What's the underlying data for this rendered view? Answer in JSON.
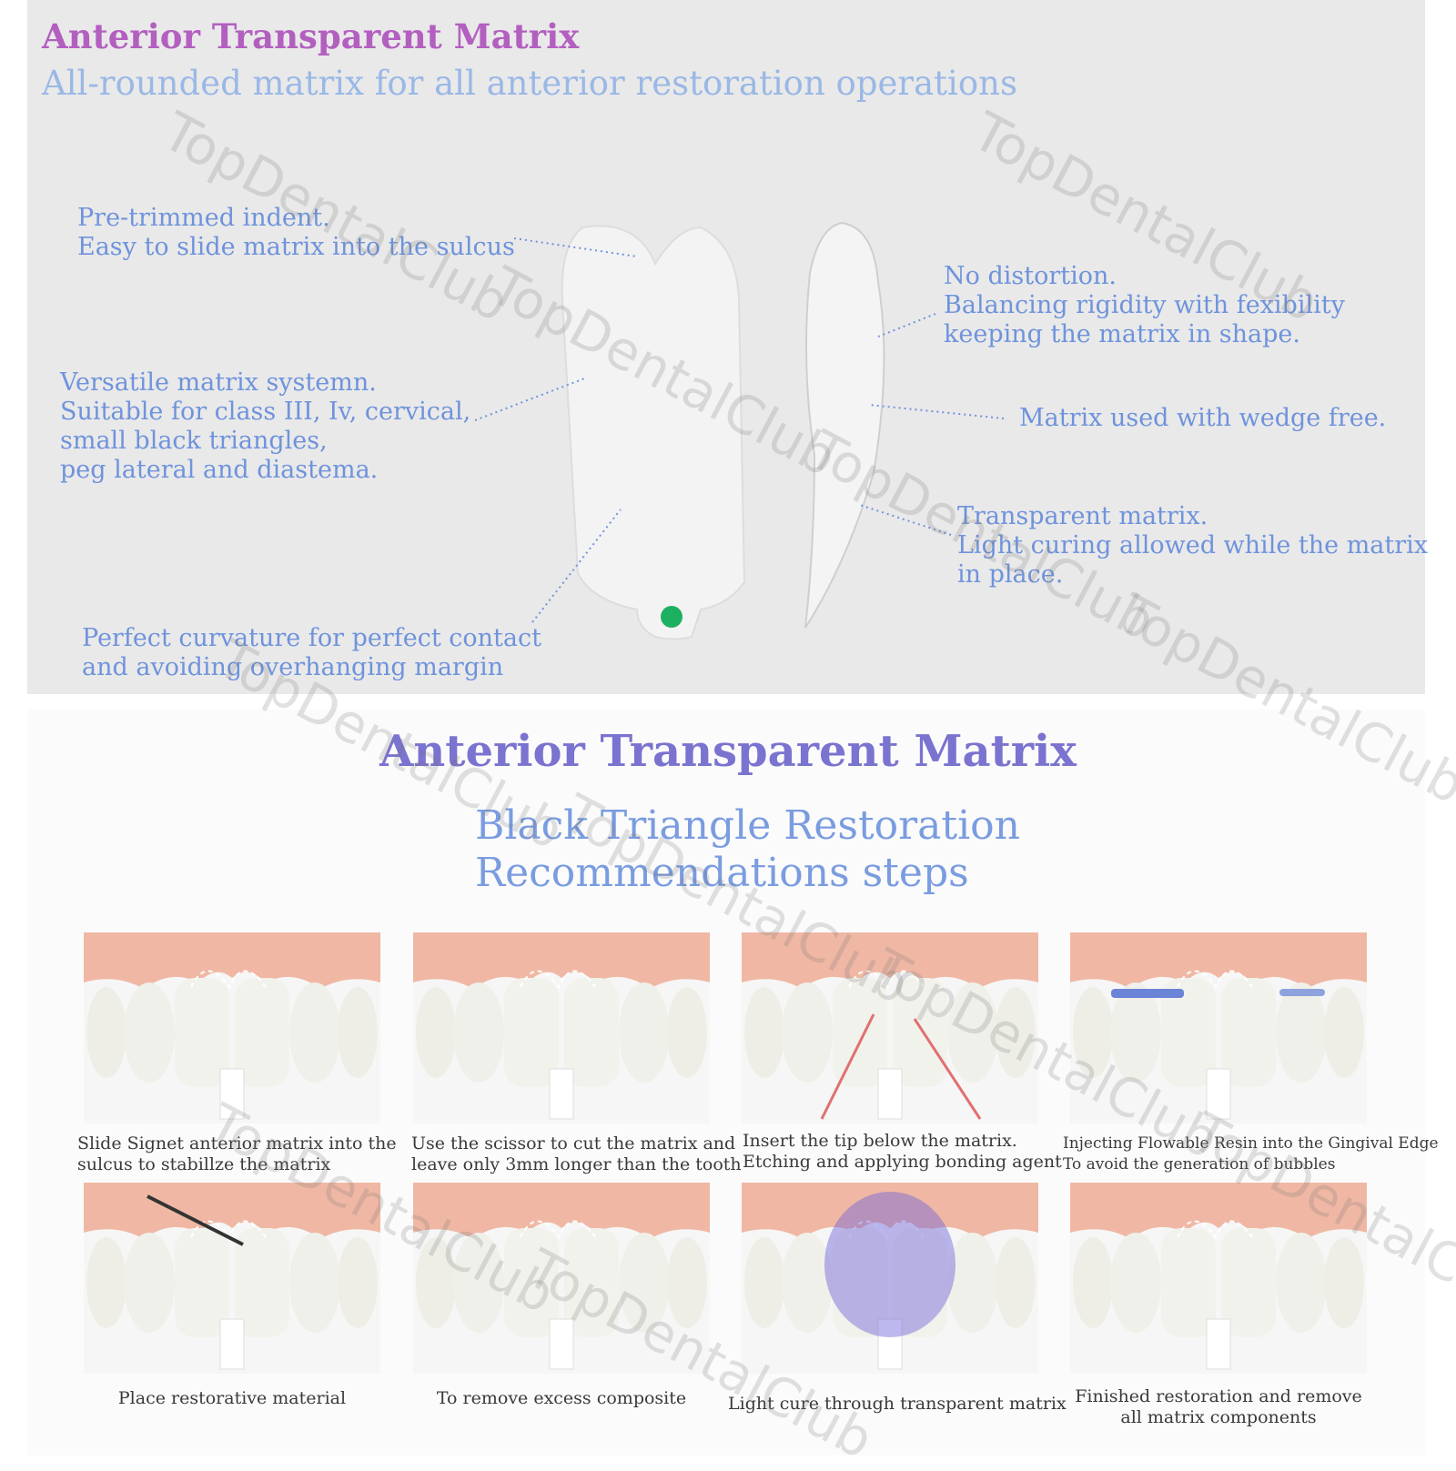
{
  "top": {
    "title": "Anterior Transparent Matrix",
    "subtitle": "All-rounded matrix for all anterior restoration operations",
    "callouts": {
      "indent": [
        "Pre-trimmed indent.",
        "Easy to slide matrix into the sulcus"
      ],
      "versatile": [
        "Versatile matrix systemn.",
        "Suitable for class III, Iv, cervical,",
        "small black triangles,",
        "peg lateral and diastema."
      ],
      "curvature": [
        "Perfect curvature for perfect contact",
        "and avoiding overhanging margin"
      ],
      "distortion": [
        "No distortion.",
        "Balancing rigidity with fexibility",
        "keeping the matrix in shape."
      ],
      "wedge": [
        "Matrix used with wedge free."
      ],
      "transparent": [
        "Transparent matrix.",
        "Light curing allowed while the matrix",
        "in place."
      ]
    }
  },
  "bottom": {
    "title": "Anterior Transparent Matrix",
    "subtitle": [
      "Black Triangle Restoration",
      "Recommendations steps"
    ],
    "steps": [
      {
        "caption": [
          "Slide Signet anterior matrix into the",
          "sulcus to stabillze the matrix"
        ]
      },
      {
        "caption": [
          "Use the scissor to cut the matrix and",
          "leave only 3mm longer than the tooth"
        ]
      },
      {
        "caption": [
          "Insert the tip below the matrix.",
          "Etching and applying bonding agent"
        ]
      },
      {
        "caption": [
          "Injecting Flowable Resin into the Gingival Edge",
          "To avoid the generation of bubbles"
        ]
      },
      {
        "caption": [
          "Place restorative material"
        ]
      },
      {
        "caption": [
          "To remove excess composite"
        ]
      },
      {
        "caption": [
          "Light cure through transparent matrix"
        ]
      },
      {
        "caption": [
          "Finished restoration and remove",
          "all matrix components"
        ]
      }
    ]
  },
  "watermark": "TopDentalClub",
  "colors": {
    "title_purple": "#b35fc0",
    "callout_blue": "#6f93dc",
    "gum": "#f0b8a4",
    "tooth": "#f1f1ec",
    "green_dot": "#1db061"
  }
}
